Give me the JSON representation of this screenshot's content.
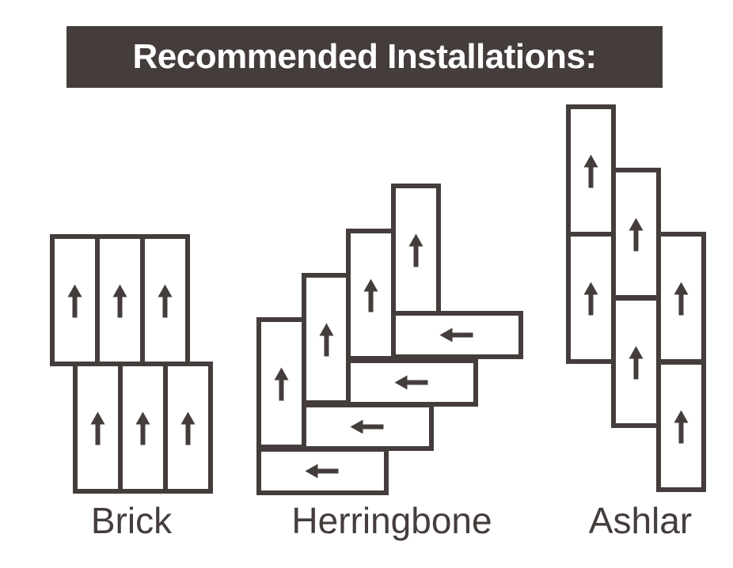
{
  "title": "Recommended Installations:",
  "colors": {
    "ink": "#443d3b",
    "background": "#ffffff",
    "banner_text": "#ffffff"
  },
  "patterns": [
    {
      "id": "brick",
      "label": "Brick"
    },
    {
      "id": "herringbone",
      "label": "Herringbone"
    },
    {
      "id": "ashlar",
      "label": "Ashlar"
    }
  ]
}
